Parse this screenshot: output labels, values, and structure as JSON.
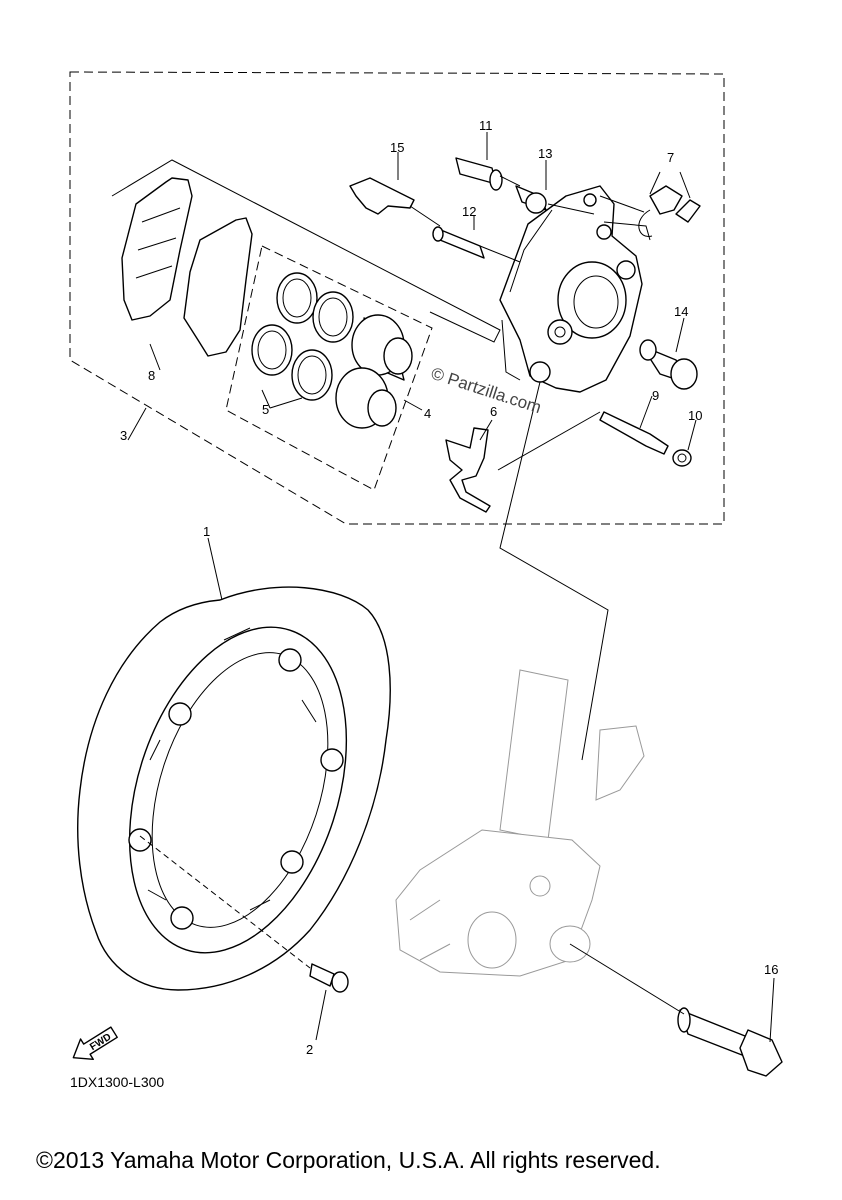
{
  "watermark": "© Partzilla.com",
  "diagram_code": "1DX1300-L300",
  "fwd_label": "FWD",
  "copyright": "©2013 Yamaha Motor Corporation, U.S.A. All rights reserved.",
  "callouts": {
    "c1": "1",
    "c2": "2",
    "c3": "3",
    "c4": "4",
    "c5": "5",
    "c6": "6",
    "c7": "7",
    "c8": "8",
    "c9": "9",
    "c10": "10",
    "c11": "11",
    "c12": "12",
    "c13": "13",
    "c14": "14",
    "c15": "15",
    "c16": "16"
  }
}
